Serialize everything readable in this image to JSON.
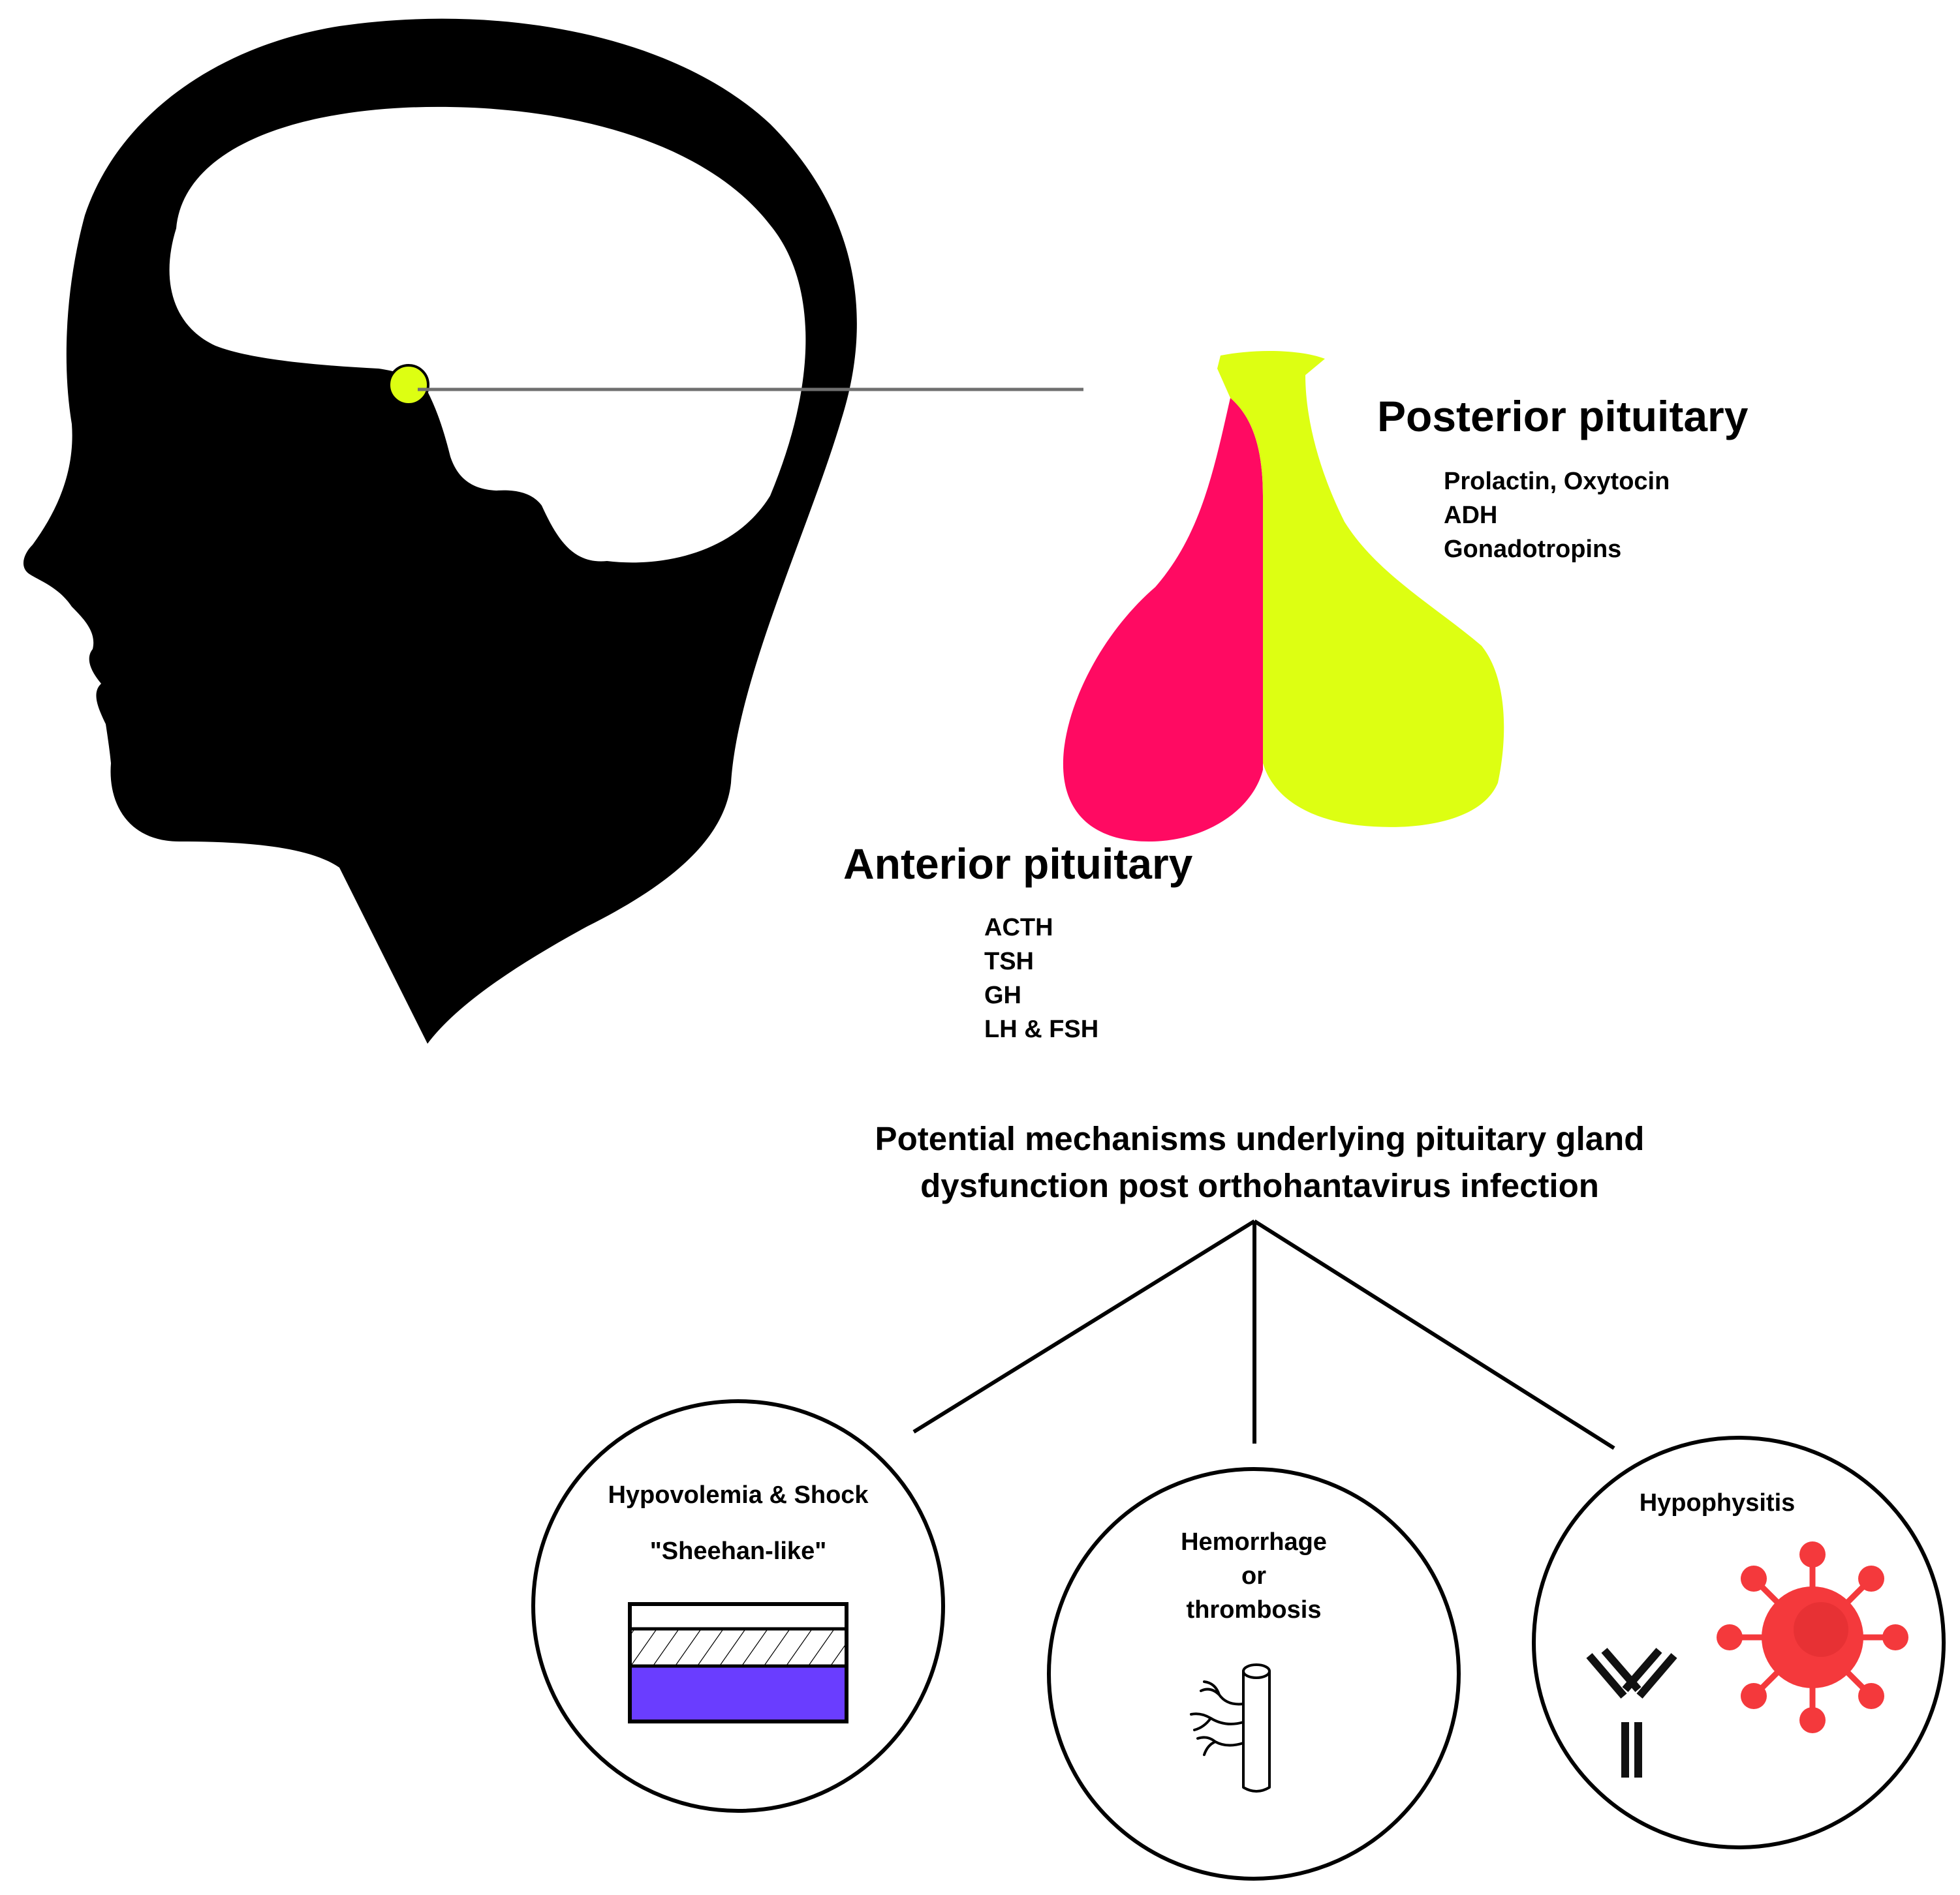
{
  "colors": {
    "head": "#000000",
    "brain": "#ffffff",
    "posterior_lobe": "#ddff12",
    "anterior_lobe": "#ff0a62",
    "connector": "#6f6f6f",
    "fluid": "#6a3dff",
    "virus": "#f4393c",
    "antibody": "#111111"
  },
  "posterior": {
    "title": "Posterior pituitary",
    "items": [
      "Prolactin, Oxytocin",
      "ADH",
      "Gonadotropins"
    ]
  },
  "anterior": {
    "title": "Anterior pituitary",
    "items": [
      "ACTH",
      "TSH",
      "GH",
      "LH & FSH"
    ]
  },
  "mechanisms": {
    "title_line1": "Potential mechanisms underlying pituitary gland",
    "title_line2": "dysfunction post orthohantavirus infection",
    "items": [
      {
        "lines": [
          "Hypovolemia & Shock",
          "\"Sheehan-like\""
        ],
        "icon": "blood-volume-icon"
      },
      {
        "lines": [
          "Hemorrhage",
          "or",
          "thrombosis"
        ],
        "icon": "blood-vessel-icon"
      },
      {
        "lines": [
          "Hypophysitis"
        ],
        "icon": "antibody-virus-icon"
      }
    ]
  }
}
